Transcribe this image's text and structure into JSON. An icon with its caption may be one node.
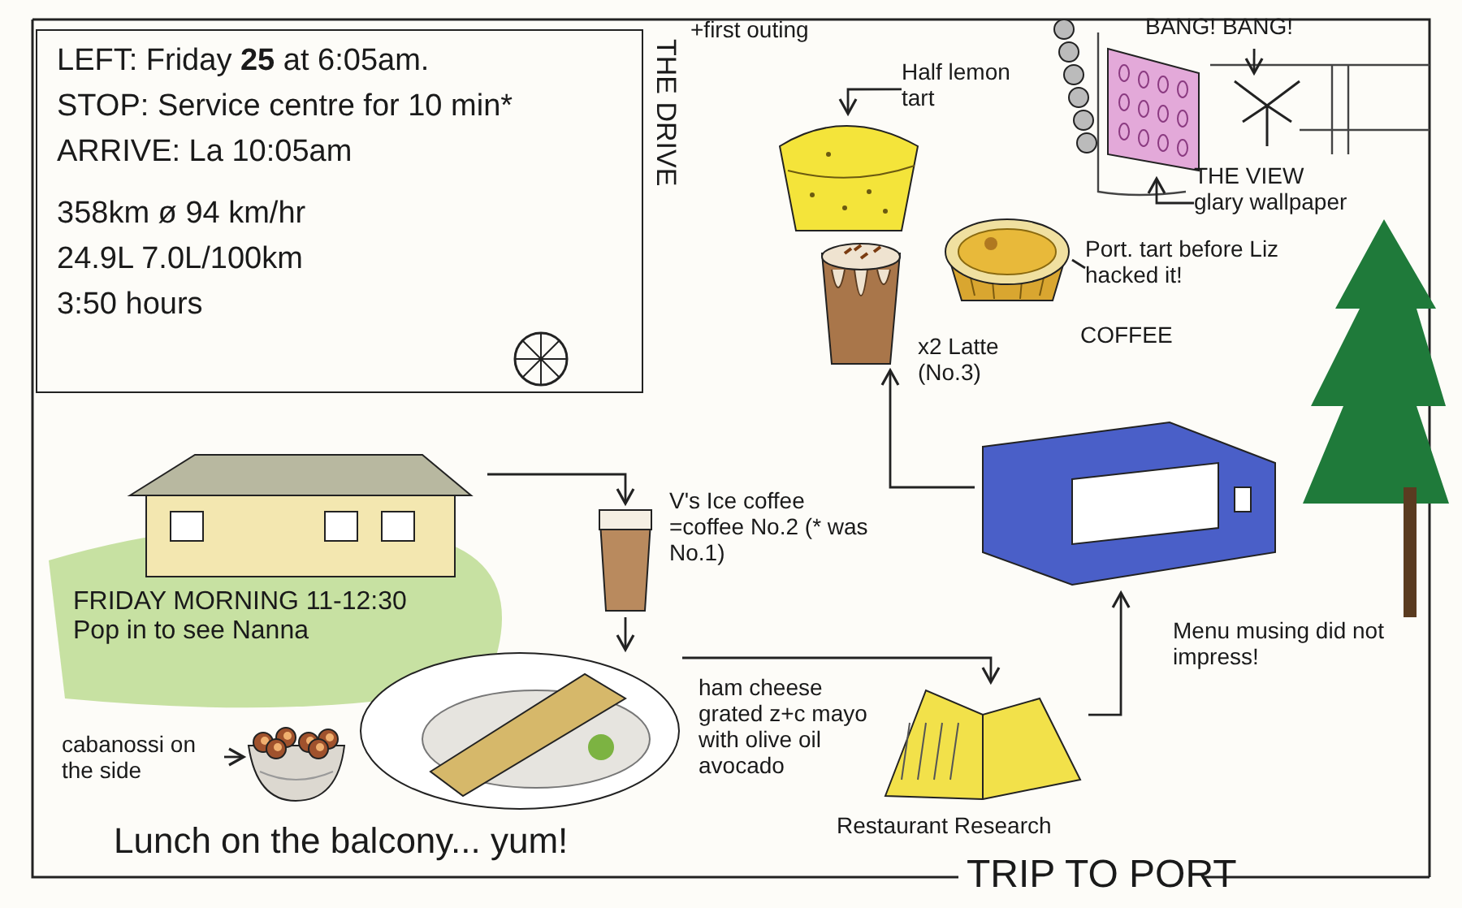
{
  "diagram": {
    "title": "TRIP TO PORT",
    "nodes": [
      {
        "text": [
          "LEFT: Friday **25** at 6:05am.",
          "STOP: Service centre for 10 min*",
          "ARRIVE: La 10:05am",
          "358km ø 94 km/hr",
          "24.9L 7.0L/100km",
          "3:50 hours",
          "THE DRIVE"
        ]
      },
      {
        "text": [],
        "shape": "picture"
      },
      {
        "text": [],
        "shape": "picture",
        "beside": [
          "V's Ice coffee =coffee No.2 (* was No.1)"
        ]
      },
      {
        "text": [],
        "shape": "picture",
        "beside": [
          "ham cheese grated z+c mayo with olive oil avocado",
          "Lunch on the balcony... yum!"
        ]
      },
      {
        "text": [],
        "shape": "picture",
        "beside": [
          "Restaurant Research"
        ]
      },
      {
        "text": [],
        "shape": "picture",
        "beside": [
          "Menu musing did not impress!"
        ]
      },
      {
        "text": [],
        "shape": "picture",
        "beside": [
          "x2 Latte (No.3)"
        ]
      },
      {
        "text": [],
        "shape": "picture"
      },
      {
        "text": [],
        "shape": "picture"
      },
      {
        "text": [],
        "shape": "picture"
      },
      {
        "text": [],
        "shape": "picture"
      },
      {
        "text": [],
        "shape": "picture"
      },
      {
        "text": [
          "Half lemon tart"
        ]
      },
      {
        "text": [
          "Port. tart before Liz hacked it!"
        ]
      },
      {
        "text": [
          "BANG! BANG!"
        ]
      },
      {
        "text": [
          "THE VIEW",
          "glary wallpaper"
        ]
      },
      {
        "text": [
          "cabanossi on the side"
        ]
      }
    ],
    "edges": [
      {
        "from": 1,
        "to": 2,
        "arrow": "to"
      },
      {
        "from": 2,
        "to": 3,
        "arrow": "to"
      },
      {
        "from": 3,
        "to": 4,
        "arrow": "to"
      },
      {
        "from": 4,
        "to": 5,
        "arrow": "to"
      },
      {
        "from": 5,
        "to": 6,
        "arrow": "to"
      },
      {
        "from": 12,
        "to": 7,
        "arrow": "to"
      },
      {
        "from": 15,
        "to": 9,
        "arrow": "to"
      },
      {
        "from": 14,
        "to": 10,
        "arrow": "to"
      },
      {
        "from": 16,
        "to": 11,
        "arrow": "to"
      },
      {
        "from": 13,
        "to": 8,
        "arrow": "none"
      }
    ],
    "labels": [
      "+first outing",
      "COFFEE",
      "FRIDAY MORNING 11-12:30 Pop in to see Nanna"
    ]
  }
}
